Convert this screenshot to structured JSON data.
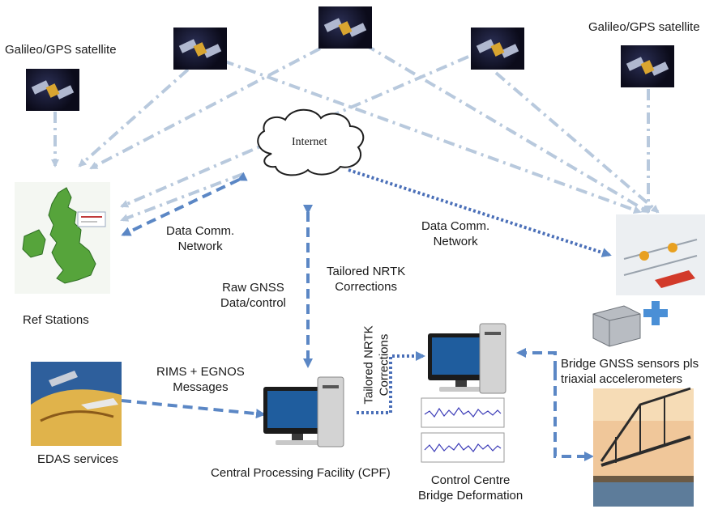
{
  "labels": {
    "sat_left": "Galileo/GPS satellite",
    "sat_right": "Galileo/GPS satellite",
    "internet": "Internet",
    "data_comm_left_1": "Data Comm.",
    "data_comm_left_2": "Network",
    "data_comm_right_1": "Data Comm.",
    "data_comm_right_2": "Network",
    "ref_stations": "Ref Stations",
    "tailored_nrtk_1": "Tailored NRTK",
    "tailored_nrtk_2": "Corrections",
    "raw_gnss_1": "Raw GNSS",
    "raw_gnss_2": "Data/control",
    "tailored_vert_1": "Tailored NRTK",
    "tailored_vert_2": "Corrections",
    "rims_1": "RIMS + EGNOS",
    "rims_2": "Messages",
    "bridge_sensors_1": "Bridge GNSS sensors pls",
    "bridge_sensors_2": "triaxial accelerometers",
    "edas": "EDAS services",
    "cpf": "Central Processing Facility (CPF)",
    "control_centre_1": "Control Centre",
    "control_centre_2": "Bridge Deformation"
  },
  "colors": {
    "satellite_link": "#b8c9dd",
    "data_link": "#5b87c5",
    "dotted_link": "#4a6fb8"
  }
}
